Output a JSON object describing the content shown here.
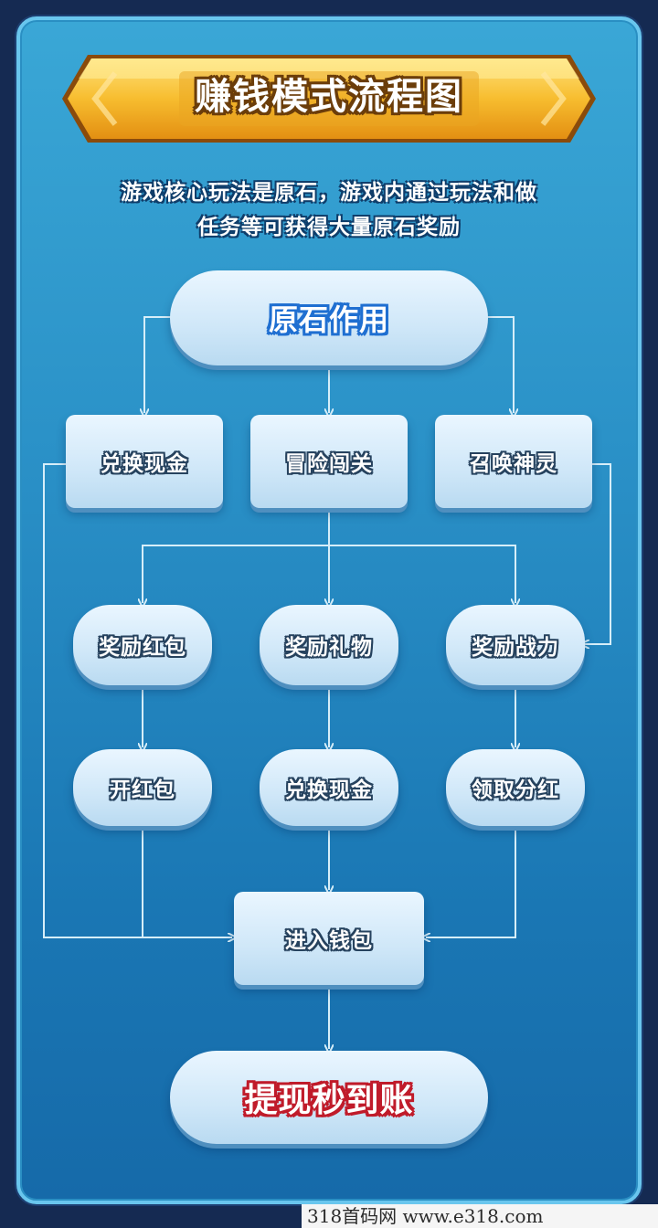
{
  "title": "赚钱模式流程图",
  "subtitle_line1": "游戏核心玩法是原石，游戏内通过玩法和做",
  "subtitle_line2": "任务等可获得大量原石奖励",
  "nodes": {
    "root": "原石作用",
    "level1": [
      "兑换现金",
      "冒险闯关",
      "召唤神灵"
    ],
    "level2": [
      "奖励红包",
      "奖励礼物",
      "奖励战力"
    ],
    "level3": [
      "开红包",
      "兑换现金",
      "领取分红"
    ],
    "wallet": "进入钱包",
    "final": "提现秒到账"
  },
  "watermark": "318首码网  www.e318.com",
  "colors": {
    "background": "#2b92c8",
    "frame": "#69c6ee",
    "banner": "#f5b72e",
    "connector": "#d6eef9",
    "node_fill": "#cfe7f8"
  }
}
